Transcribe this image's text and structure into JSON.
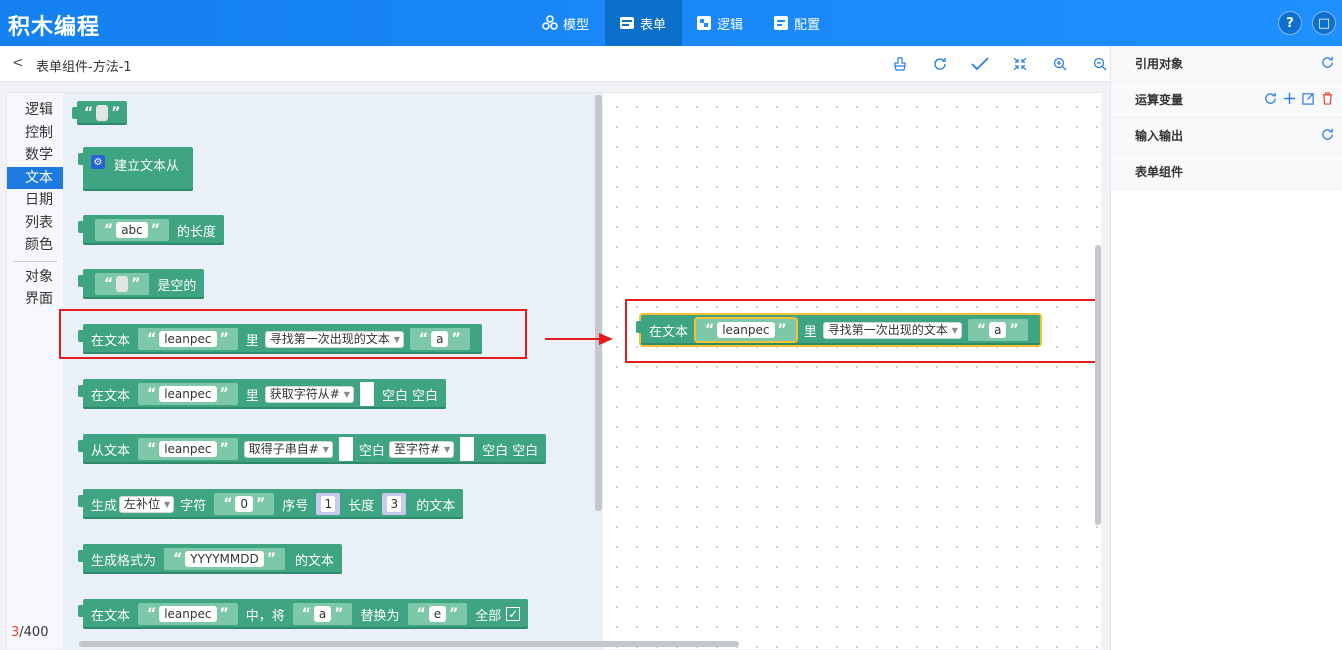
{
  "app": {
    "title": "积木编程"
  },
  "nav": [
    {
      "label": "模型",
      "icon": "model-icon"
    },
    {
      "label": "表单",
      "icon": "form-icon",
      "active": true
    },
    {
      "label": "逻辑",
      "icon": "logic-icon"
    },
    {
      "label": "配置",
      "icon": "config-icon"
    }
  ],
  "topright": {
    "help": "?",
    "window": "□"
  },
  "breadcrumb": {
    "back": "<",
    "title": "表单组件-方法-1"
  },
  "toolbar": {
    "icons": [
      "clean-icon",
      "refresh-icon",
      "check-icon",
      "shrink-icon",
      "zoom-in-icon",
      "zoom-out-icon"
    ]
  },
  "categories": {
    "group1": [
      "逻辑",
      "控制",
      "数学",
      "文本",
      "日期",
      "列表",
      "颜色"
    ],
    "group2": [
      "对象",
      "界面"
    ],
    "active": "文本"
  },
  "counter": {
    "current": "3",
    "total": "/400"
  },
  "blocks": {
    "b1": {
      "q1": "“",
      "q2": "”"
    },
    "b2": {
      "label": "建立文本从"
    },
    "b3": {
      "text": "abc",
      "suffix": "的长度"
    },
    "b4": {
      "suffix": "是空的"
    },
    "b5": {
      "prefix": "在文本",
      "text": "leanpec",
      "mid": "里",
      "dropdown": "寻找第一次出现的文本",
      "arg": "a"
    },
    "b6": {
      "prefix": "在文本",
      "text": "leanpec",
      "mid": "里",
      "dropdown": "获取字符从#",
      "tail1": "空白",
      "tail2": "空白"
    },
    "b7": {
      "prefix": "从文本",
      "text": "leanpec",
      "dropdown1": "取得子串自#",
      "blank1": "空白",
      "dropdown2": "至字符#",
      "tail1": "空白",
      "tail2": "空白"
    },
    "b8": {
      "prefix": "生成",
      "dropdown": "左补位",
      "label1": "字符",
      "char": "0",
      "label2": "序号",
      "seq": "1",
      "label3": "长度",
      "len": "3",
      "suffix": "的文本"
    },
    "b9": {
      "prefix": "生成格式为",
      "text": "YYYYMMDD",
      "suffix": "的文本"
    },
    "b10": {
      "prefix": "在文本",
      "text": "leanpec",
      "mid": "中，将",
      "from": "a",
      "label": "替换为",
      "to": "e",
      "all": "全部",
      "checked": "✓"
    }
  },
  "canvas_block": {
    "prefix": "在文本",
    "text": "leanpec",
    "mid": "里",
    "dropdown": "寻找第一次出现的文本",
    "arg": "a"
  },
  "right_panel": [
    {
      "label": "引用对象",
      "actions": [
        "refresh-icon"
      ]
    },
    {
      "label": "运算变量",
      "actions": [
        "refresh-icon",
        "add-icon",
        "edit-icon",
        "delete-icon"
      ]
    },
    {
      "label": "输入输出",
      "actions": [
        "refresh-icon"
      ]
    },
    {
      "label": "表单组件",
      "actions": []
    }
  ],
  "colors": {
    "primary": "#1e90ff",
    "block": "#3ea482",
    "highlight": "#e21d1d",
    "selected": "#f2c230"
  }
}
